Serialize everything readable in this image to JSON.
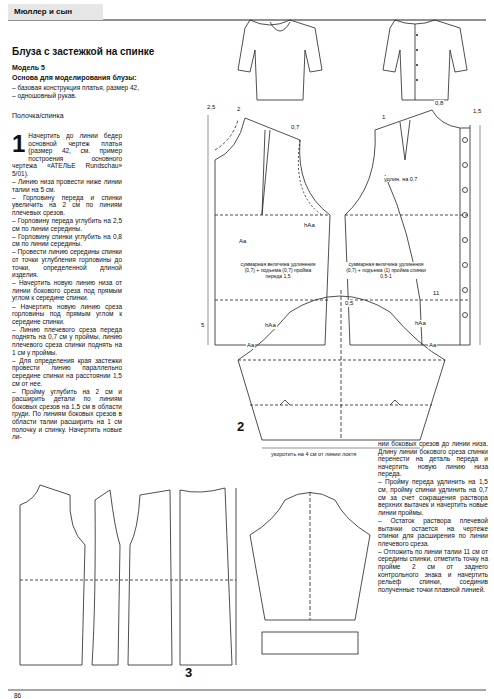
{
  "diagram": {
    "title": "Блуза с застежкой на спинке",
    "labels": [
      "Мюллер и сын",
      "Модель 5",
      "Основа для моделирования блузы:",
      "– базовая конструкция платья, размер 42,",
      "– одношовный рукав.",
      "Полочка/спинка",
      "1",
      "Начертить до линии бедер основной чертеж платья (размер 42, см. пример построения основного чертежа «АТЕЛЬЕ Rundschau» 5/01).",
      "– Линию низа провести ниже линии талии на 5 см.",
      "– Горловину переда и спинки увеличить на 2 см по линиям плечевых срезов.",
      "– Горловину переда углубить на 2,5 см по линии середины.",
      "– Горловину спинки углубить на 0,8 см по линии середины.",
      "– Провести линию середины спинки от точки углубления горловины до точки, определенной длиной изделия.",
      "– Начертить новую линию низа от линии бокового среза под прямым углом к середине спинки.",
      "– Начертить новую линию среза горловины под прямым углом к середине спинки.",
      "– Линию плечевого среза переда поднять на 0,7 см у проймы, линию плечевого среза спинки поднять на 1 см у проймы.",
      "– Для определения края застежки провести линию параллельно середине спинки на расстоянии 1,5 см от нее.",
      "– Пройму углубить на 2 см и расширить детали по линиям боковых срезов на 1,5 см в области груди. По линиям боковых срезов в области талии расширить на 1 см полочку и спинку. Начертить новые ли-",
      "нии боковых срезов до линии низа. Длину линии бокового среза спинки перенести на деталь переда и начертить новую линию низа переда.",
      "– Пройму переда удлинить на 1,5 см, пройму спинки удлинить на 0,7 см за счет сокращения раствора верхних вытачек и начертить новые линии проймы.",
      "– Остаток раствора плечевой вытачки остается на чертеже спинки для расширения по линии плечевого среза.",
      "– Отложить по линии талии 11 см от середины спинки, отметить точку на пройме 2 см от заднего контрольного знака и начертить рельеф спинки, соединив полученные точки плавной линией.",
      "2,5",
      "2",
      "0,7",
      "0,8",
      "1",
      "1,5",
      "Аа",
      "hАа",
      "удлин. на 0,7",
      "11",
      "5",
      "суммарная величина удлинения (0,7) + подъема (0,7) пройма переда 1,5",
      "суммарная величина удлинения (0,7) + подъема (1) пройма спинки 0,5-1",
      "hАа",
      "Аа",
      "hАа",
      "Аа",
      "0,5",
      "укоротить на 4 см от линии локтя",
      "2",
      "3",
      "86"
    ]
  }
}
